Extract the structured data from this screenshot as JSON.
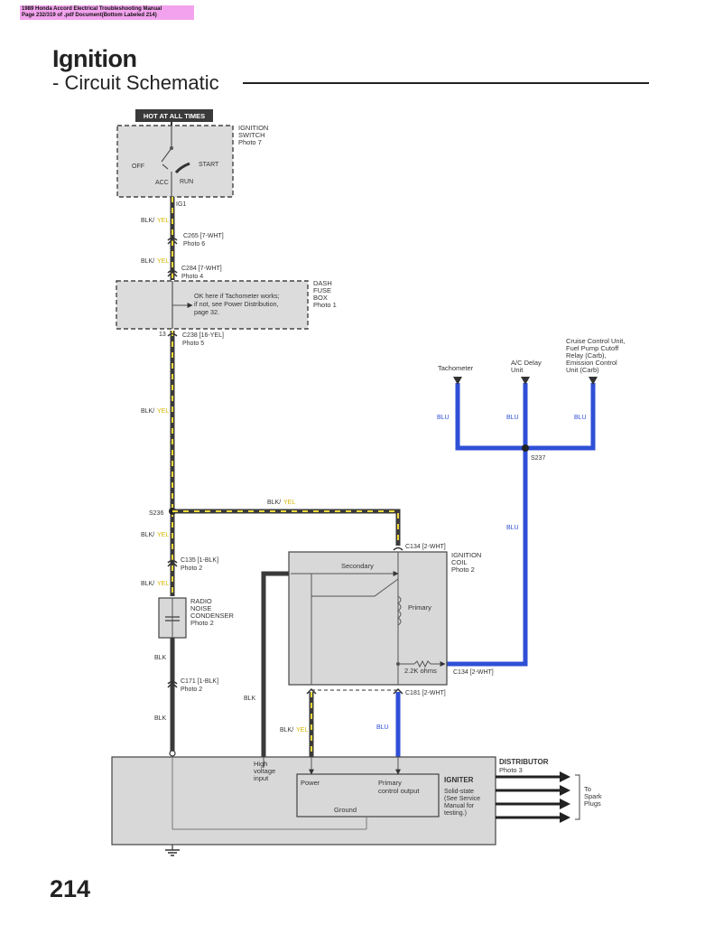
{
  "stamp": {
    "line1": "1989 Honda Accord Electrical Troubleshooting Manual",
    "line2": "Page 232/319 of .pdf Document(Bottom Labeled 214)"
  },
  "header": {
    "title": "Ignition",
    "subtitle": "- Circuit Schematic"
  },
  "page_number": "214",
  "colors": {
    "wire_black": "#3a3a3a",
    "wire_yellow": "#f1d93a",
    "wire_blue": "#2f4fd6",
    "box_fill": "#d8d8d8",
    "stripe_fill": "#555555"
  },
  "labels": {
    "hot": "HOT AT ALL TIMES",
    "ign_switch_1": "IGNITION",
    "ign_switch_2": "SWITCH",
    "ign_switch_3": "Photo 7",
    "off": "OFF",
    "start": "START",
    "acc": "ACC",
    "run": "RUN",
    "ig1": "IG1",
    "blk": "BLK/",
    "yel": "YEL",
    "c265_1": "C265 [7-WHT]",
    "c265_2": "Photo 6",
    "c284_1": "C284 [7-WHT]",
    "c284_2": "Photo 4",
    "dash_1": "DASH",
    "dash_2": "FUSE",
    "dash_3": "BOX",
    "dash_4": "Photo 1",
    "ok_1": "OK here if Tachometer works;",
    "ok_2": "if not, see Power Distribution,",
    "ok_3": "page 32.",
    "num13": "13",
    "c238_1": "C238 [16-YEL]",
    "c238_2": "Photo 5",
    "cruise_1": "Cruise Control Unit,",
    "cruise_2": "Fuel Pump Cutoff",
    "cruise_3": "Relay (Carb),",
    "cruise_4": "Emission Control",
    "cruise_5": "Unit (Carb)",
    "ac_1": "A/C Delay",
    "ac_2": "Unit",
    "tach": "Tachometer",
    "blu": "BLU",
    "s237": "S237",
    "s236": "S236",
    "c134a_1": "C134 [2-WHT]",
    "coil_1": "IGNITION",
    "coil_2": "COIL",
    "coil_3": "Photo 2",
    "c135_1": "C135 [1-BLK]",
    "c135_2": "Photo 2",
    "secondary": "Secondary",
    "primary": "Primary",
    "radio_1": "RADIO",
    "radio_2": "NOISE",
    "radio_3": "CONDENSER",
    "radio_4": "Photo 2",
    "ohms": "2.2K ohms",
    "c134b": "C134 [2-WHT]",
    "blk_plain": "BLK",
    "c171_1": "C171 [1-BLK]",
    "c171_2": "Photo 2",
    "c181": "C181 [2-WHT]",
    "dist_1": "DISTRIBUTOR",
    "dist_2": "Photo 3",
    "hv_1": "High",
    "hv_2": "voltage",
    "hv_3": "input",
    "igniter": "IGNITER",
    "power": "Power",
    "pco_1": "Primary",
    "pco_2": "control output",
    "ss_1": "Solid-state",
    "ss_2": "(See Service",
    "ss_3": "Manual for",
    "ss_4": "testing.)",
    "ground": "Ground",
    "to_1": "To",
    "to_2": "Spark",
    "to_3": "Plugs"
  }
}
